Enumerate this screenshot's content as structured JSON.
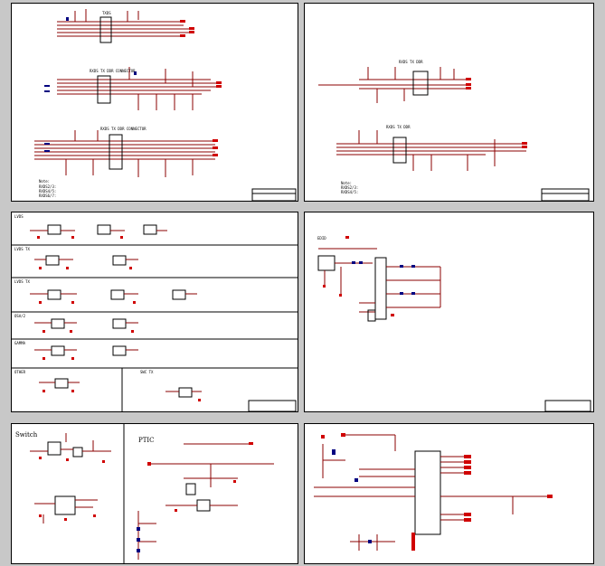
{
  "app": {
    "title": "Schematic PDF preview"
  },
  "sheets": [
    {
      "id": "sheet-1",
      "headings": [
        "TXDS",
        "RXDS TX DDR CONNECTOR",
        "RXDS TX DDR CONNECTOR"
      ],
      "notes": [
        "Note:",
        "RXDS2/3:",
        "RXDS4/5:",
        "RXDS6/7:"
      ]
    },
    {
      "id": "sheet-2",
      "headings": [
        "RXDS TX DDR",
        "RXDS TX DDR"
      ],
      "notes": [
        "Note:",
        "RXDS2/3:",
        "RXDS4/5:"
      ]
    },
    {
      "id": "sheet-3",
      "headings": [
        "LVDS",
        "LVDS TX",
        "LVDS TX",
        "OSA/2",
        "GAMMA",
        "OTHER",
        "SWC TX"
      ]
    },
    {
      "id": "sheet-4",
      "headings": [
        "EDID"
      ]
    },
    {
      "id": "sheet-5",
      "headings": [
        "Switch",
        "PTIC"
      ]
    },
    {
      "id": "sheet-6",
      "headings": []
    }
  ]
}
